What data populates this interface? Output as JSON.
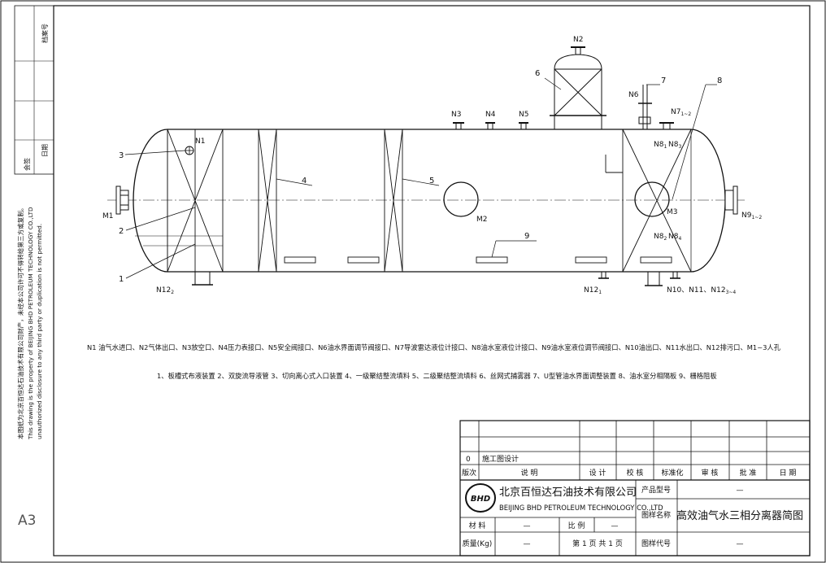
{
  "sheet": {
    "size_label": "A3"
  },
  "side_block": {
    "archive_label": "档案号",
    "sign_label": "会签",
    "date_label": "日期"
  },
  "copyright": {
    "cn": "本图纸为北京百恒达石油技术有限公司财产，未经本公司许可不得转给第三方或复制。",
    "en1": "This drawing is the property of BEIJING BHD PETROLEUM TECHNOLOGY CO.,LTD",
    "en2": "unauthorized disclosure to any third party or duplication is not permitted."
  },
  "nozzles": {
    "N1": "N1",
    "N2": "N2",
    "N3": "N3",
    "N4": "N4",
    "N5": "N5",
    "N6": "N6",
    "N7": "N7",
    "N7_sub": "1~2",
    "N8_1": "N8",
    "N8_1_sub": "1",
    "N8_2": "N8",
    "N8_2_sub": "2",
    "N8_3": "N8",
    "N8_3_sub": "3",
    "N8_4": "N8",
    "N8_4_sub": "4",
    "N9": "N9",
    "N9_sub": "1~2",
    "N12a": "N12",
    "N12a_sub": "2",
    "N12b": "N12",
    "N12b_sub": "1",
    "bottom_right": "N10、N11、N12",
    "bottom_right_sub": "3~4",
    "M1": "M1",
    "M2": "M2",
    "M3": "M3"
  },
  "part_numbers": [
    "1",
    "2",
    "3",
    "4",
    "5",
    "6",
    "7",
    "8",
    "9"
  ],
  "legend": {
    "nozzles_line": "N1 油气水进口、N2气体出口、N3放空口、N4压力表接口、N5安全阀接口、N6油水界面调节阀接口、N7导波雷达液位计接口、N8油水室液位计接口、N9油水室液位调节阀接口、N10油出口、N11水出口、N12排污口、M1~3人孔",
    "parts_line": "1、板槽式布液装置 2、双旋流导液管 3、切向离心式入口装置 4、一级聚结整流填料 5、二级聚结整流填料 6、丝网式捕雾器 7、U型管油水界面调整装置 8、油水室分相隔板 9、栅格阻板"
  },
  "title_block": {
    "rev_no": "0",
    "rev_desc": "施工图设计",
    "headers": [
      "版次",
      "说   明",
      "设 计",
      "校 核",
      "标准化",
      "审 核",
      "批 准",
      "日 期"
    ],
    "company_cn": "北京百恒达石油技术有限公司",
    "company_en": "BEIJING BHD PETROLEUM TECHNOLOGY CO.,LTD",
    "logo_text": "BHD",
    "product_model_label": "产品型号",
    "product_model_value": "—",
    "drawing_name_label": "图样名称",
    "drawing_name_value": "高效油气水三相分离器简图",
    "material_label": "材  料",
    "material_value": "—",
    "scale_label": "比  例",
    "scale_value": "—",
    "weight_label": "质量(Kg)",
    "weight_value": "—",
    "page_info": "第 1 页   共 1 页",
    "drawing_no_label": "图样代号",
    "drawing_no_value": "—"
  }
}
